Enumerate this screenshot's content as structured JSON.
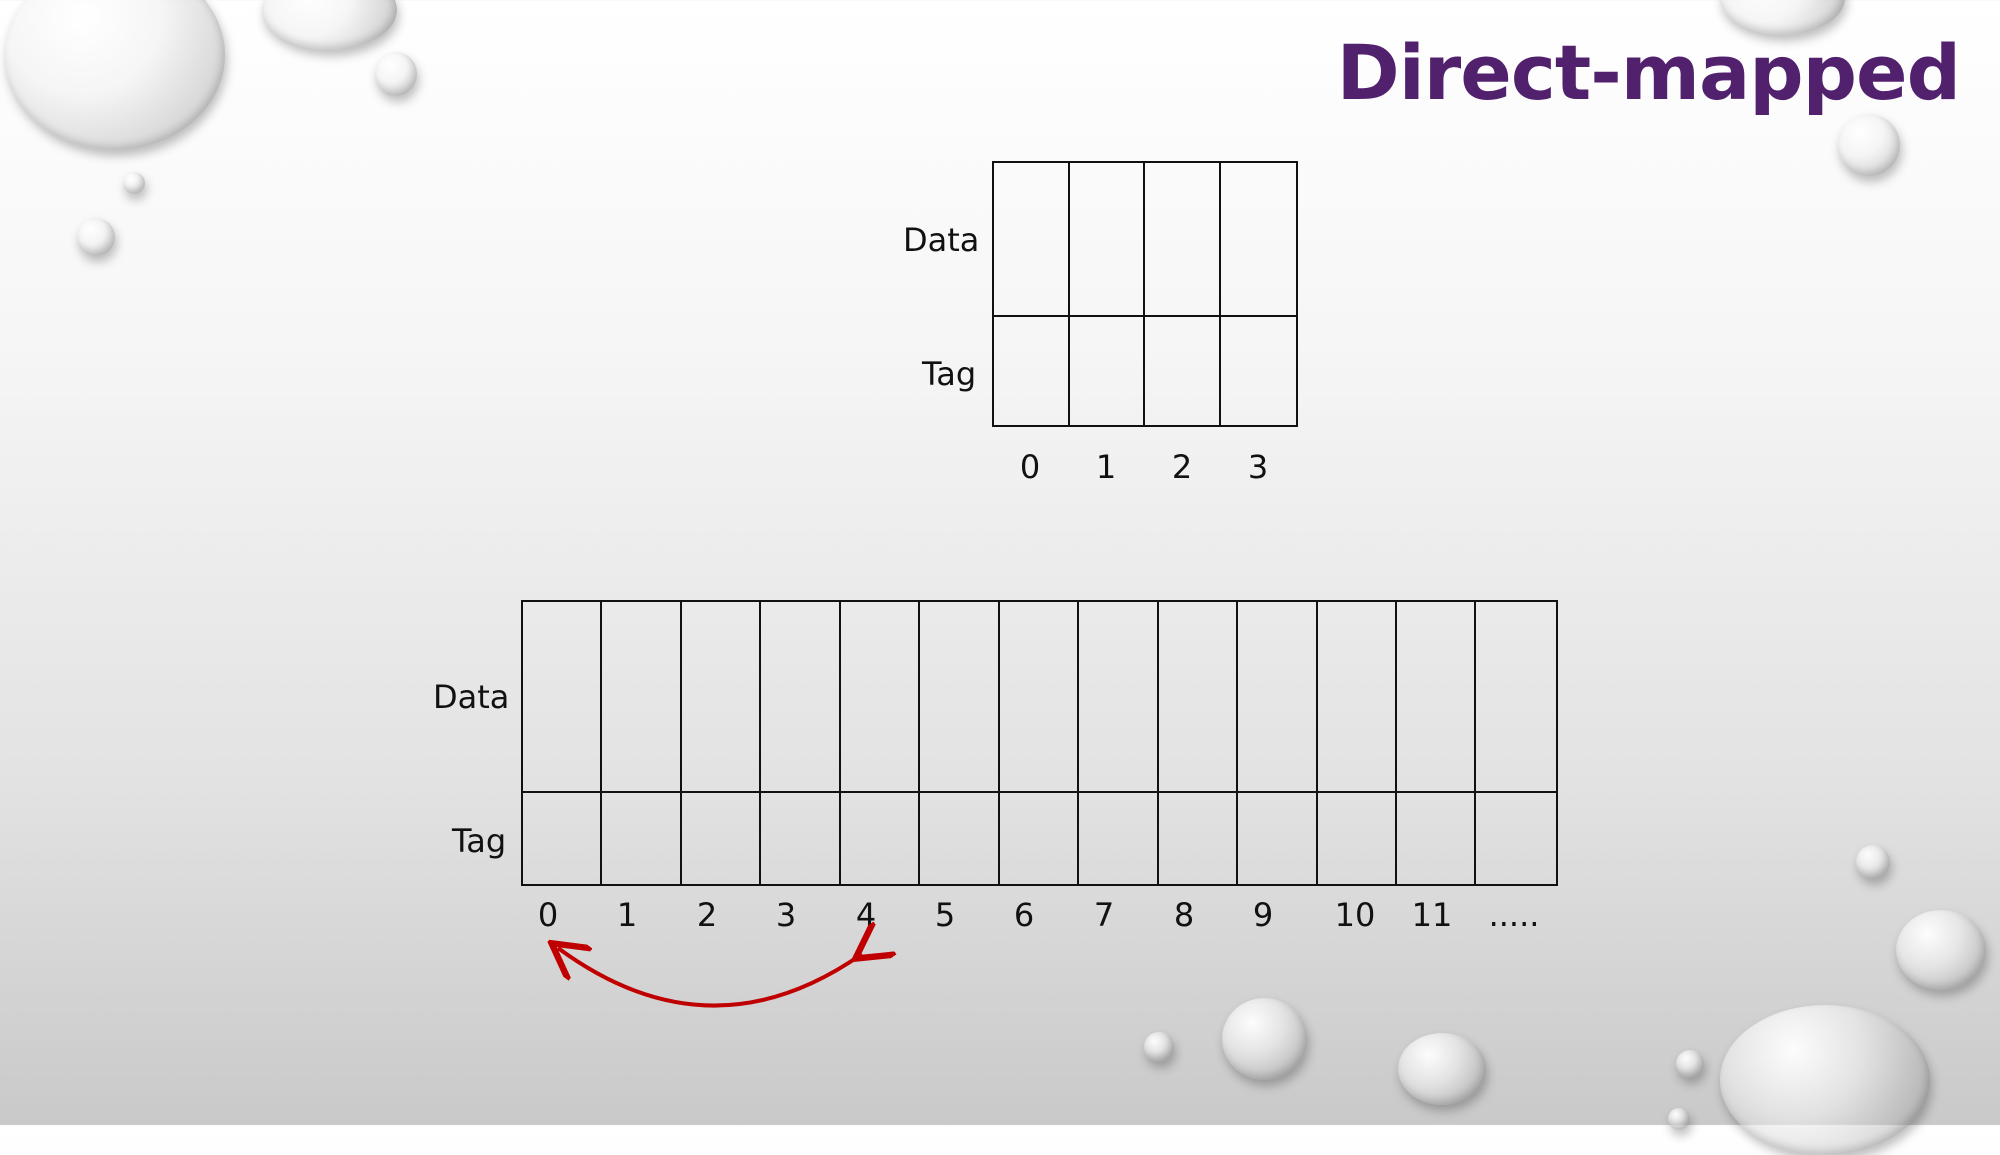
{
  "title": "Direct-mapped",
  "cache": {
    "data_label": "Data",
    "tag_label": "Tag",
    "indices": [
      "0",
      "1",
      "2",
      "3"
    ]
  },
  "memory": {
    "data_label": "Data",
    "tag_label": "Tag",
    "indices": [
      "0",
      "1",
      "2",
      "3",
      "4",
      "5",
      "6",
      "7",
      "8",
      "9",
      "10",
      "11",
      "....."
    ]
  },
  "colors": {
    "title": "#52216e",
    "arrow": "#c00000"
  }
}
